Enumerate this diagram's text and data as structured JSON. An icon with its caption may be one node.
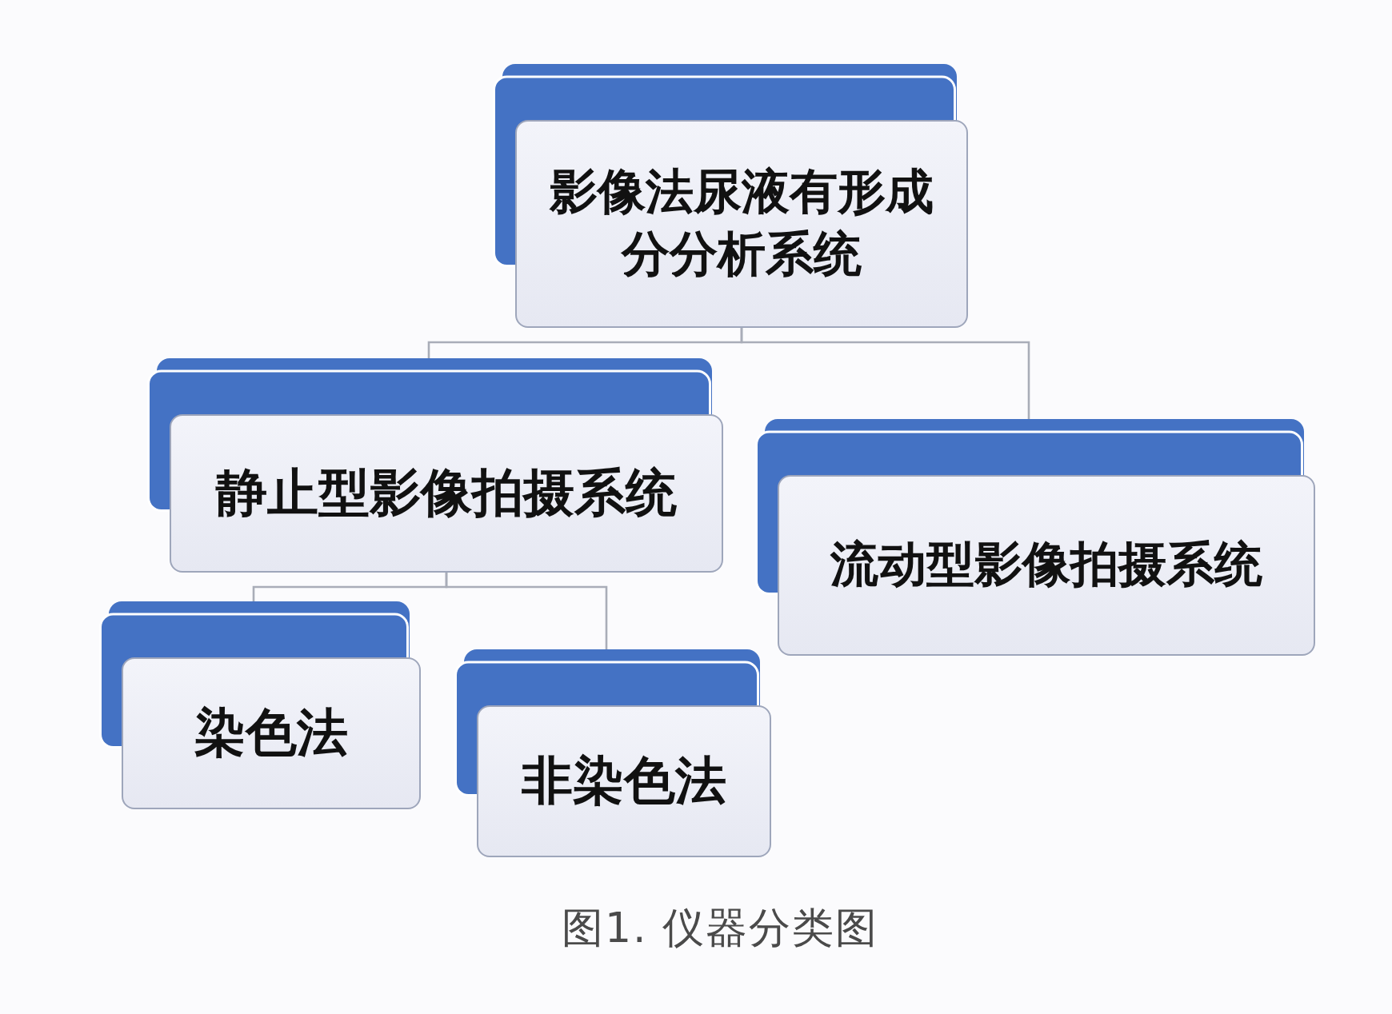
{
  "diagram": {
    "nodes": [
      {
        "text": [
          "影像法尿液有形成分分析系统"
        ]
      },
      {
        "text": [
          "静止型影像拍摄系统"
        ]
      },
      {
        "text": [
          "流动型影像拍摄系统"
        ]
      },
      {
        "text": [
          "染色法"
        ]
      },
      {
        "text": [
          "非染色法"
        ]
      }
    ],
    "edges": [
      {
        "from": 0,
        "to": 1,
        "arrow": "none"
      },
      {
        "from": 0,
        "to": 2,
        "arrow": "none"
      },
      {
        "from": 1,
        "to": 3,
        "arrow": "none"
      },
      {
        "from": 1,
        "to": 4,
        "arrow": "none"
      }
    ],
    "caption": "图1. 仪器分类图"
  }
}
